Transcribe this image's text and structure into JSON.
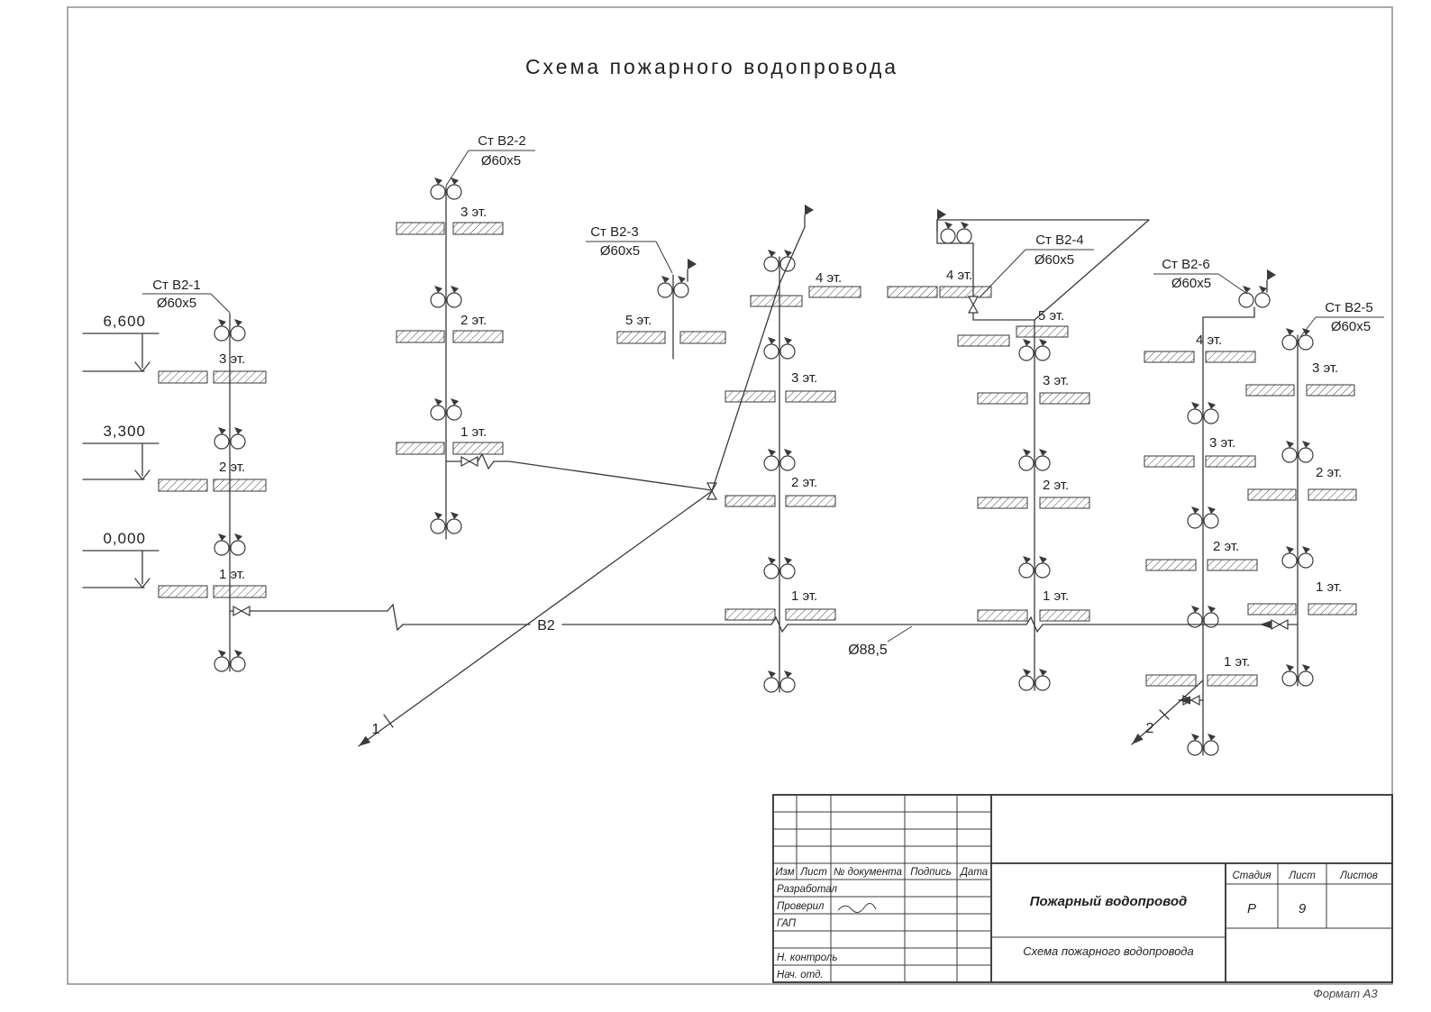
{
  "title": "Схема пожарного водопровода",
  "risers": [
    {
      "name": "Ст В2-1",
      "dia": "Ø60x5",
      "floors": [
        "3 эт.",
        "2 эт.",
        "1 эт."
      ]
    },
    {
      "name": "Ст В2-2",
      "dia": "Ø60x5",
      "floors": [
        "3 эт.",
        "2 эт.",
        "1 эт."
      ]
    },
    {
      "name": "Ст В2-3",
      "dia": "Ø60x5",
      "floors": [
        "5 эт."
      ]
    },
    {
      "name": "",
      "dia": "",
      "floors": [
        "4 эт.",
        "3 эт.",
        "2 эт.",
        "1 эт."
      ]
    },
    {
      "name": "Ст В2-4",
      "dia": "Ø60x5",
      "floors": [
        "4 эт.",
        "5 эт.",
        "3 эт.",
        "2 эт.",
        "1 эт."
      ]
    },
    {
      "name": "Ст В2-6",
      "dia": "Ø60x5",
      "floors": [
        "4 эт.",
        "3 эт.",
        "2 эт.",
        "1 эт."
      ]
    },
    {
      "name": "Ст В2-5",
      "dia": "Ø60x5",
      "floors": [
        "3 эт.",
        "2 эт.",
        "1 эт."
      ]
    }
  ],
  "elevations": [
    "6,600",
    "3,300",
    "0,000"
  ],
  "main_line": {
    "label": "В2",
    "diameter": "Ø88,5"
  },
  "connection_nodes": [
    "1",
    "2"
  ],
  "title_block": {
    "revision_headers": [
      "Изм",
      "Лист",
      "№ документа",
      "Подпись",
      "Дата"
    ],
    "staff_rows": [
      "Разработал",
      "Проверил",
      "ГАП",
      "Н. контроль",
      "Нач. отд."
    ],
    "project_name": "Пожарный водопровод",
    "drawing_name": "Схема пожарного водопровода",
    "stage_header": "Стадия",
    "sheet_header": "Лист",
    "sheets_header": "Листов",
    "stage": "Р",
    "sheet_number": "9"
  },
  "format_label": "Формат А3"
}
